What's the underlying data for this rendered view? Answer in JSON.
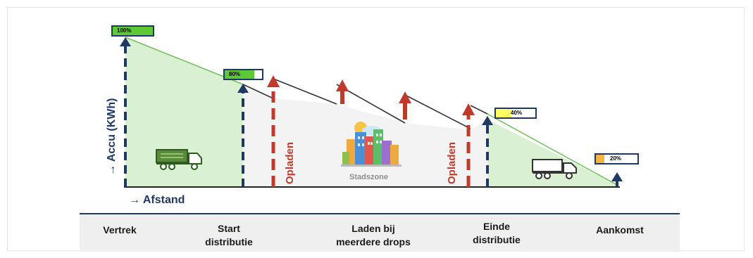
{
  "axes": {
    "y_label": "→ Accu (KWh)",
    "x_label": "→ Afstand"
  },
  "charge_label": "Opladen",
  "zone_label": "Stadszone",
  "battery_levels": [
    {
      "label": "100%",
      "level": 1.0,
      "color": "#5ec934"
    },
    {
      "label": "80%",
      "level": 0.8,
      "color": "#5ec934"
    },
    {
      "label": "40%",
      "level": 0.4,
      "color": "#ffff66"
    },
    {
      "label": "20%",
      "level": 0.2,
      "color": "#f5b342"
    }
  ],
  "stages": [
    {
      "label": "Vertrek"
    },
    {
      "label": "Start\ndistributie"
    },
    {
      "label": "Laden bij\nmeerdere drops"
    },
    {
      "label": "Einde\ndistributie"
    },
    {
      "label": "Aankomst"
    }
  ],
  "colors": {
    "navy": "#1f3864",
    "green_fill": "#d9f0d3",
    "green_line": "#70c05a",
    "charge_red": "#c0392b",
    "gray_fill": "#f0f0f0",
    "bar_bg": "#efefef"
  },
  "icons": [
    "truck-icon",
    "city-icon",
    "truck-outline-icon"
  ]
}
